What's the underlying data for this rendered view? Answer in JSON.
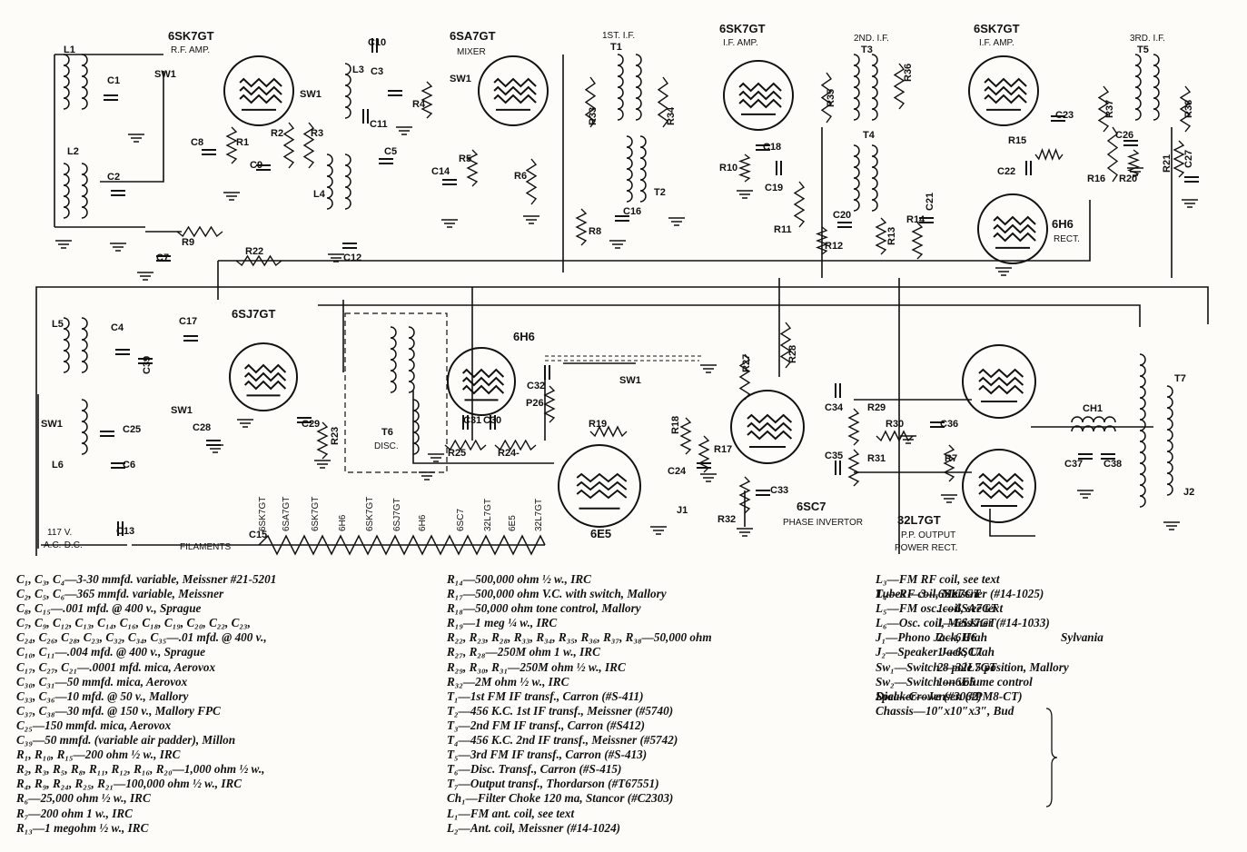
{
  "tubes": {
    "v1": {
      "type": "6SK7GT",
      "func": "R.F. AMP."
    },
    "v2": {
      "type": "6SA7GT",
      "func": "MIXER"
    },
    "v3": {
      "type": "6SK7GT",
      "func": "I.F. AMP."
    },
    "v4": {
      "type": "6SK7GT",
      "func": "I.F. AMP."
    },
    "v5": {
      "type": "6H6",
      "func": "RECT."
    },
    "v6": {
      "type": "6SJ7GT",
      "func": ""
    },
    "v7": {
      "type": "6H6",
      "func": ""
    },
    "v8": {
      "type": "6E5",
      "func": ""
    },
    "v9": {
      "type": "6SC7",
      "func": "PHASE INVERTOR"
    },
    "v10": {
      "type": "32L7GT",
      "func1": "P.P. OUTPUT",
      "func2": "POWER RECT."
    }
  },
  "transformers": {
    "t1": {
      "name": "T1",
      "desc": "1ST. I.F."
    },
    "t3": {
      "name": "T3",
      "desc": "2ND. I.F."
    },
    "t5": {
      "name": "T5",
      "desc": "3RD. I.F."
    },
    "t2": "T2",
    "t4": "T4",
    "t6": "T6",
    "t6_desc": "DISC.",
    "t7": "T7",
    "ch1": "CH1"
  },
  "components": {
    "l1": "L1",
    "l2": "L2",
    "l3": "L3",
    "l4": "L4",
    "l5": "L5",
    "l6": "L6",
    "c1": "C1",
    "c2": "C2",
    "c3": "C3",
    "c4": "C4",
    "c5": "C5",
    "c6": "C6",
    "c7": "C7",
    "c8": "C8",
    "c9": "C9",
    "c10": "C10",
    "c11": "C11",
    "c12": "C12",
    "c13": "C13",
    "c14": "C14",
    "c15": "C15",
    "c16": "C16",
    "c17": "C17",
    "c18": "C18",
    "c19": "C19",
    "c20": "C20",
    "c21": "C21",
    "c22": "C22",
    "c23": "C23",
    "c24": "C24",
    "c25": "C25",
    "c26": "C26",
    "c27": "C27",
    "c28": "C28",
    "c29": "C29",
    "c30": "C30",
    "c31": "C31",
    "c32": "C32",
    "c33": "C33",
    "c34": "C34",
    "c35": "C35",
    "c36": "C36",
    "c37": "C37",
    "c38": "C38",
    "c39": "C39",
    "r1": "R1",
    "r2": "R2",
    "r3": "R3",
    "r4": "R4",
    "r5": "R5",
    "r6": "R6",
    "r7": "R7",
    "r8": "R8",
    "r9": "R9",
    "r10": "R10",
    "r11": "R11",
    "r12": "R12",
    "r13": "R13",
    "r14": "R14",
    "r15": "R15",
    "r16": "R16",
    "r17": "R17",
    "r18": "R18",
    "r19": "R19",
    "r20": "R20",
    "r21": "R21",
    "r22": "R22",
    "r23": "R23",
    "r24": "R24-",
    "r25": "R25",
    "r26": "P26",
    "r27": "R27",
    "r28": "R28",
    "r29": "R29",
    "r30": "R30",
    "r31": "R31",
    "r32": "R32",
    "r33": "R33",
    "r34": "R34",
    "r35": "R35",
    "r36": "R36",
    "r37": "R37",
    "r38": "R38",
    "sw1": "SW1",
    "j1": "J1",
    "j2": "J2"
  },
  "power": {
    "line1": "117 V.",
    "line2": "A.C.-D.C.",
    "filaments": "FILAMENTS"
  },
  "filament_string": [
    "6SK7GT",
    "6SA7GT",
    "6SK7GT",
    "6H6",
    "6SK7GT",
    "6SJ7GT",
    "6H6",
    "6SC7",
    "32L7GT",
    "6E5",
    "32L7GT"
  ],
  "parts_col1": [
    "C₁, C₃, C₄—3-30 mmfd. variable, Meissner #21-5201",
    "C₂, C₅, C₆—365 mmfd. variable, Meissner",
    "C₈, C₁₅—.001 mfd. @ 400 v., Sprague",
    "C₇, C₉, C₁₂, C₁₃, C₁₄, C₁₆, C₁₈, C₁₉, C₂₀, C₂₂, C₂₃,",
    "C₂₄, C₂₆, C₂₈, C₂₃, C₃₂, C₃₄, C₃₅—.01 mfd. @ 400 v.,",
    "C₁₀, C₁₁—.004 mfd. @ 400 v., Sprague",
    "C₁₇, C₂₇, C₂₁—.0001 mfd. mica, Aerovox",
    "C₃₀, C₃₁—50 mmfd. mica, Aerovox",
    "C₃₃, C₃₆—10 mfd. @ 50 v., Mallory",
    "C₃₇, C₃₈—30 mfd. @ 150 v., Mallory FPC",
    "C₂₅—150 mmfd. mica, Aerovox",
    "C₃₉—50 mmfd. (variable air padder), Millon",
    "R₁, R₁₀, R₁₅—200 ohm ½ w., IRC",
    "R₂, R₃, R₅, R₈, R₁₁, R₁₂, R₁₆, R₂₀—1,000 ohm ½ w.,",
    "R₄, R₉, R₂₄, R₂₅, R₂₁—100,000 ohm ½ w., IRC",
    "R₆—25,000 ohm ½ w., IRC",
    "R₇—200 ohm 1 w., IRC",
    "R₁₃—1 megohm ½ w., IRC"
  ],
  "parts_col2": [
    "R₁₄—500,000 ohm ½ w., IRC",
    "R₁₇—500,000 ohm V.C. with switch, Mallory",
    "R₁₈—50,000 ohm tone control, Mallory",
    "R₁₉—1 meg ¼ w., IRC",
    "R₂₂, R₂₃, R₂₈, R₃₃, R₃₄, R₃₅, R₃₆, R₃₇, R₃₈—50,000 ohm",
    "R₂₇, R₂₈—250M ohm 1 w., IRC",
    "R₂₉, R₃₀, R₃₁—250M ohm ½ w., IRC",
    "R₃₂—2M ohm ½ w., IRC",
    "T₁—1st FM IF transf., Carron (#S-411)",
    "T₂—456 K.C. 1st IF transf., Meissner (#5740)",
    "T₃—2nd FM IF transf., Carron (#S412)",
    "T₄—456 K.C. 2nd IF transf., Meissner (#5742)",
    "T₅—3rd FM IF transf., Carron (#S-413)",
    "T₆—Disc. Transf., Carron (#S-415)",
    "T₇—Output transf., Thordarson (#T67551)",
    "Ch₁—Filter Choke 120 ma, Stancor (#C2303)",
    "L₁—FM ant. coil, see text",
    "L₂—Ant. coil, Meissner (#14-1024)"
  ],
  "parts_col3": [
    "L₃—FM RF coil, see text",
    "L₄—RF coil, Meissner (#14-1025)",
    "L₅—FM osc. coil, see text",
    "L₆—Osc. coil, Meissner (#14-1033)",
    "J₁—Phono Jack, Utah",
    "J₂—Speaker Jack, Utah",
    "Sw₁—Switch 8 pole 5 position, Mallory",
    "Sw₂—Switch on volume control",
    "Dial—Crowe (#3062)"
  ],
  "tube_list_label": "Tubes",
  "tube_list": [
    "—3—6SK7GT",
    "1—6SA7GT",
    "1—6SJ7GT",
    "2—6H6",
    "1—6SC7",
    "2—32L7GT",
    "1—6E5"
  ],
  "tube_brand": "Sylvania",
  "speaker_line": "Speaker—Jensen (#PM8-CT)",
  "chassis_line": "Chassis—10″x10″x3″, Bud"
}
